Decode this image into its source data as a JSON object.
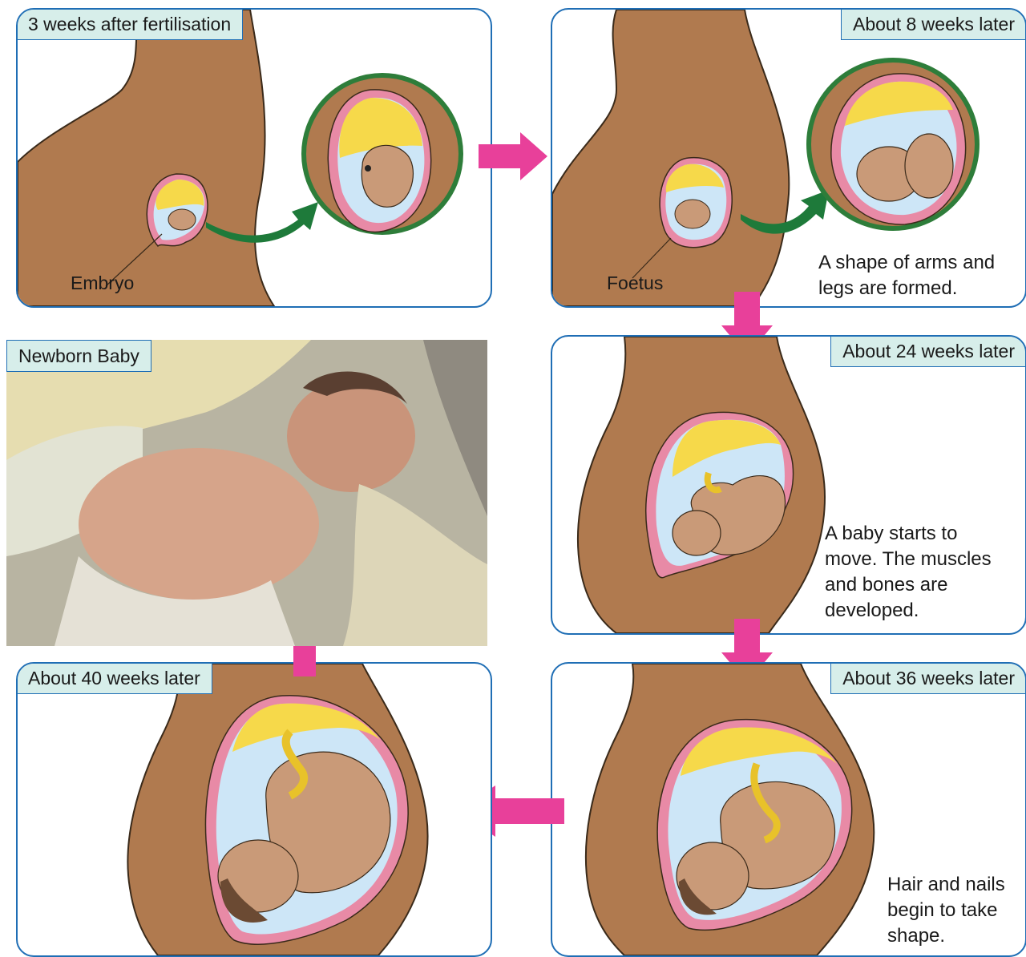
{
  "panels": {
    "p1": {
      "tag": "3 weeks after fertilisation",
      "label": "Embryo"
    },
    "p2": {
      "tag": "About 8 weeks later",
      "label": "Foetus",
      "caption": [
        "A shape of arms and",
        "legs are formed."
      ]
    },
    "p3": {
      "tag": "About 24 weeks later",
      "caption": [
        "A baby starts to",
        "move. The muscles",
        "and bones are",
        "developed."
      ]
    },
    "p4": {
      "tag": "About 36 weeks later",
      "caption": [
        "Hair and nails",
        "begin to take",
        "shape."
      ]
    },
    "p5": {
      "tag": "About 40 weeks later"
    },
    "photo": {
      "tag": "Newborn Baby"
    }
  },
  "colors": {
    "border": "#1f6eb5",
    "tag_bg": "#d7eeea",
    "belly": "#b07a4f",
    "uterus_pink": "#e88aa6",
    "fluid": "#cde6f7",
    "placenta": "#f6d94a",
    "skin": "#c99a78",
    "arrow_pink": "#e8409a",
    "arrow_green": "#1e7a3a",
    "zoom_ring": "#2e7d3a"
  }
}
